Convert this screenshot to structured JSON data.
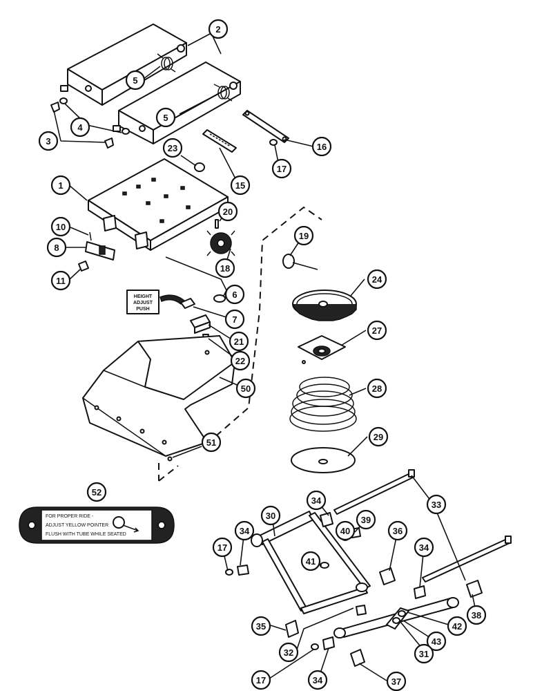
{
  "callouts": [
    "1",
    "2",
    "3",
    "4",
    "5",
    "6",
    "7",
    "8",
    "10",
    "11",
    "15",
    "16",
    "17",
    "18",
    "19",
    "20",
    "21",
    "22",
    "23",
    "24",
    "27",
    "28",
    "29",
    "30",
    "31",
    "32",
    "33",
    "34",
    "35",
    "36",
    "37",
    "38",
    "39",
    "40",
    "41",
    "42",
    "43",
    "50",
    "51",
    "52"
  ],
  "decal_height": {
    "line1": "HEIGHT",
    "line2": "ADJUST",
    "line3": "PUSH"
  },
  "decal_ride": {
    "line1": "FOR PROPER RIDE -",
    "line2": "ADJUST YELLOW POINTER",
    "line3": "FLUSH WITH TUBE WHILE SEATED"
  }
}
